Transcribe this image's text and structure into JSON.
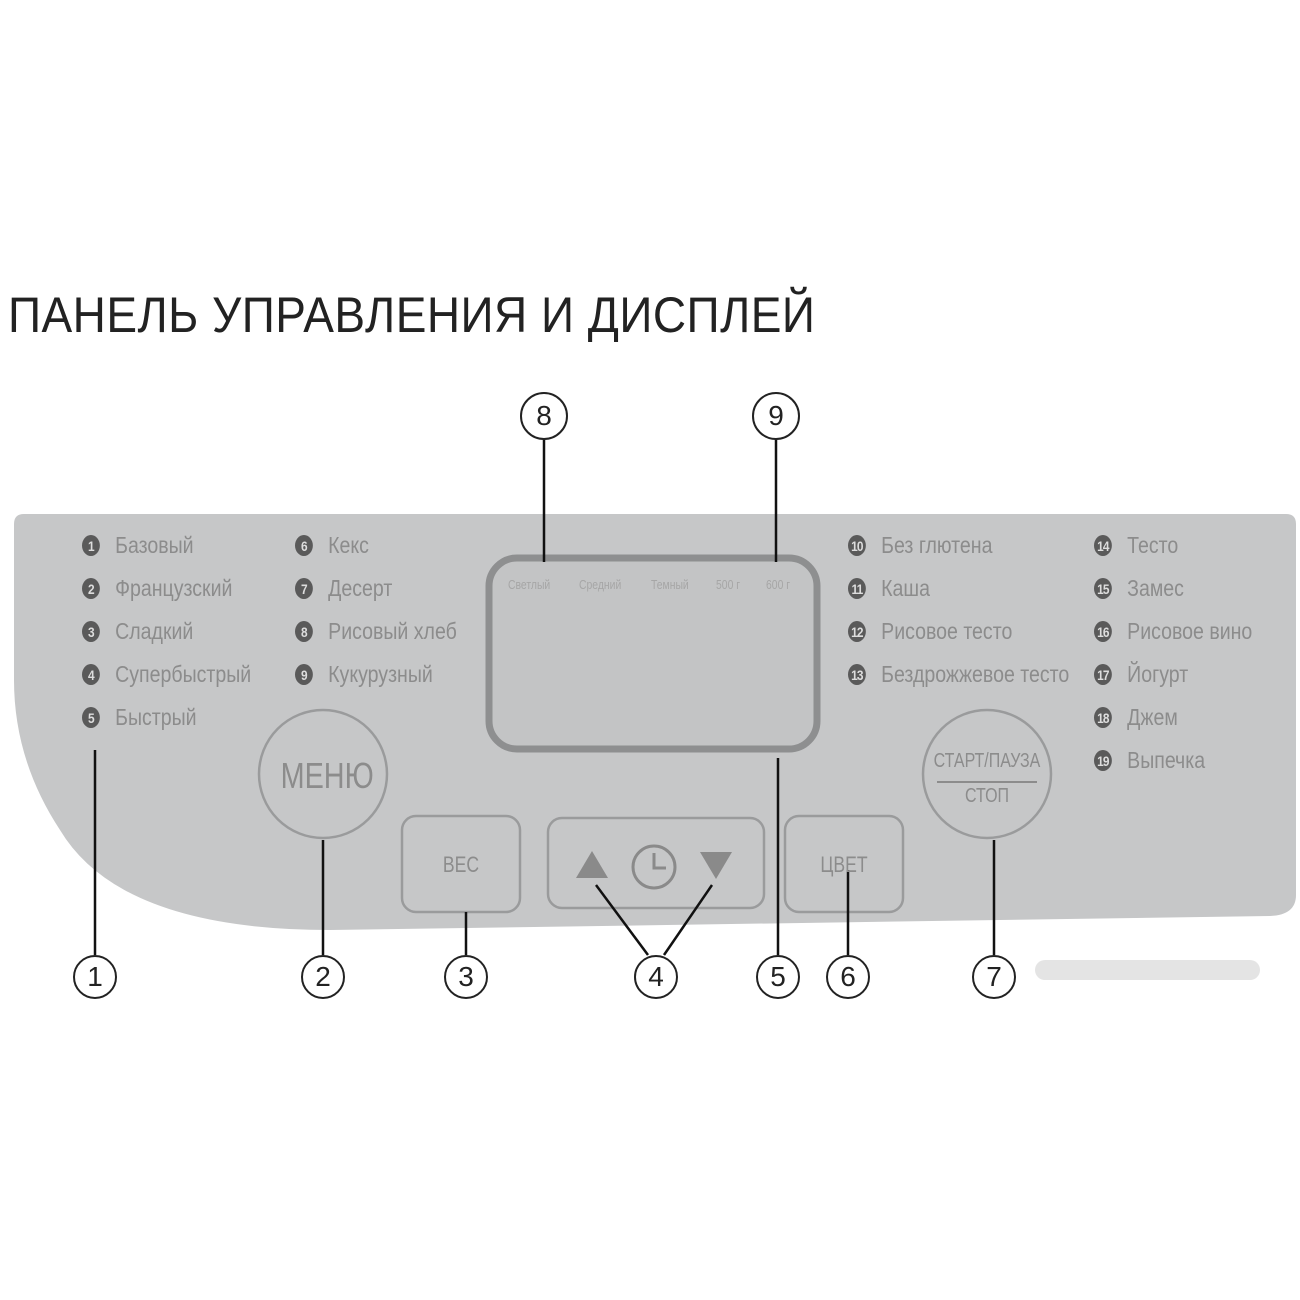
{
  "title": "ПАНЕЛЬ УПРАВЛЕНИЯ И ДИСПЛЕЙ",
  "programs": [
    {
      "n": "1",
      "label": "Базовый"
    },
    {
      "n": "2",
      "label": "Французский"
    },
    {
      "n": "3",
      "label": "Сладкий"
    },
    {
      "n": "4",
      "label": "Супербыстрый"
    },
    {
      "n": "5",
      "label": "Быстрый"
    },
    {
      "n": "6",
      "label": "Кекс"
    },
    {
      "n": "7",
      "label": "Десерт"
    },
    {
      "n": "8",
      "label": "Рисовый хлеб"
    },
    {
      "n": "9",
      "label": "Кукурузный"
    },
    {
      "n": "10",
      "label": "Без глютена"
    },
    {
      "n": "11",
      "label": "Каша"
    },
    {
      "n": "12",
      "label": "Рисовое тесто"
    },
    {
      "n": "13",
      "label": "Бездрожжевое тесто"
    },
    {
      "n": "14",
      "label": "Тесто"
    },
    {
      "n": "15",
      "label": "Замес"
    },
    {
      "n": "16",
      "label": "Рисовое вино"
    },
    {
      "n": "17",
      "label": "Йогурт"
    },
    {
      "n": "18",
      "label": "Джем"
    },
    {
      "n": "19",
      "label": "Выпечка"
    }
  ],
  "display": {
    "labels": [
      "Светлый",
      "Средний",
      "Темный",
      "500 г",
      "600 г"
    ]
  },
  "buttons": {
    "menu": "МЕНЮ",
    "weight": "ВЕС",
    "color": "ЦВЕТ",
    "start_pause": "СТАРТ/ПАУЗА",
    "stop": "СТОП"
  },
  "callouts": [
    "1",
    "2",
    "3",
    "4",
    "5",
    "6",
    "7",
    "8",
    "9"
  ],
  "colors": {
    "panel": "#c6c7c8",
    "text": "#8c8c8c",
    "outline": "#8e8f90"
  }
}
